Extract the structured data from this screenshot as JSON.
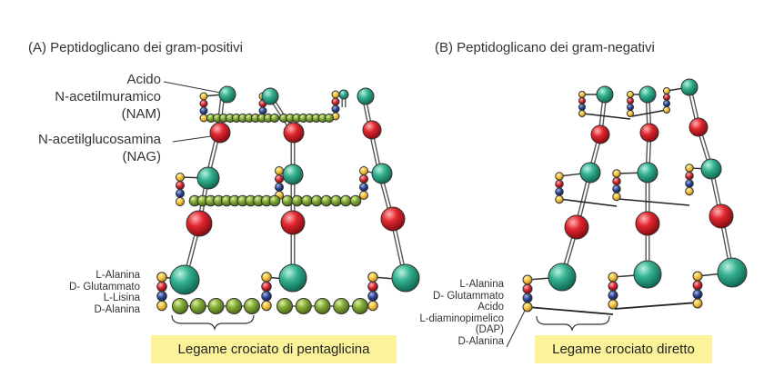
{
  "panel_a": {
    "title": "(A)  Peptidoglicano dei gram-positivi",
    "nam_label": [
      "Acido",
      "N-acetilmuramico",
      "(NAM)"
    ],
    "nag_label": [
      "N-acetilglucosamina",
      "(NAG)"
    ],
    "aa_labels": [
      "L-Alanina",
      "D- Glutammato",
      "L-Lisina",
      "D-Alanina"
    ],
    "bridge_label": "Legame crociato di pentaglicina"
  },
  "panel_b": {
    "title": "(B)  Peptidoglicano dei gram-negativi",
    "aa_labels": [
      "L-Alanina",
      "D- Glutammato",
      "Acido",
      "L-diaminopimelico",
      "(DAP)",
      "D-Alanina"
    ],
    "bridge_label": "Legame crociato diretto"
  },
  "colors": {
    "nam": "#2fa287",
    "nag": "#d8232f",
    "glycine": "#7ea535",
    "amino_yellow": "#f3c74a",
    "amino_red": "#d8232f",
    "amino_blue": "#27408b",
    "highlight": "#fbf29a"
  }
}
